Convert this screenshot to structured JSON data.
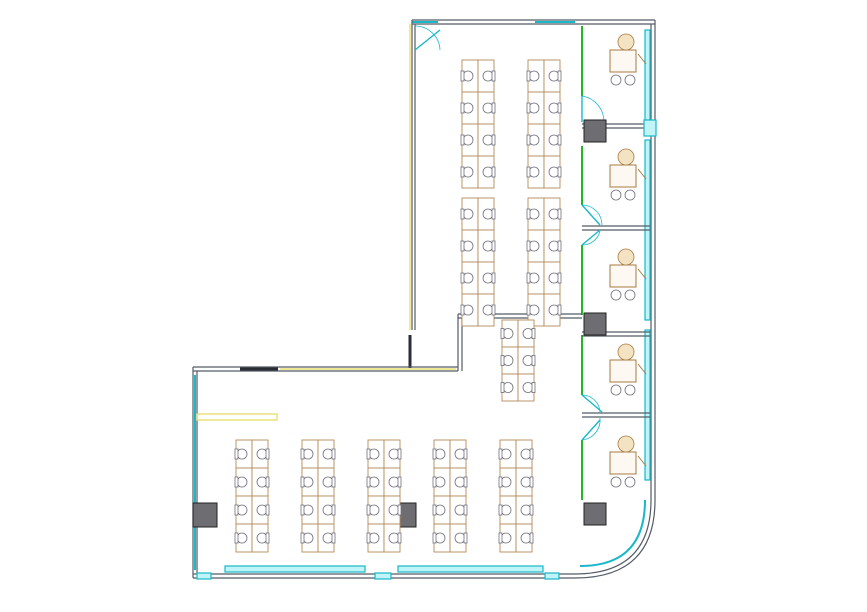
{
  "diagram": {
    "kind": "office floor plan",
    "colors": {
      "walls": "#555b66",
      "glazing": "#19b8c8",
      "partitions": "#26b526",
      "desks": "#b48a5a",
      "columns": "#6e6e72",
      "accent_lines": "#e6d85a"
    },
    "areas": [
      {
        "id": "open-office-north",
        "workstation_clusters": 4,
        "seats_per_cluster": 8
      },
      {
        "id": "open-office-center",
        "workstation_clusters": 1,
        "seats_per_cluster": 6
      },
      {
        "id": "open-office-south",
        "workstation_clusters": 5,
        "seats_per_cluster": 8
      },
      {
        "id": "private-offices",
        "count": 5
      }
    ],
    "columns": 5
  }
}
